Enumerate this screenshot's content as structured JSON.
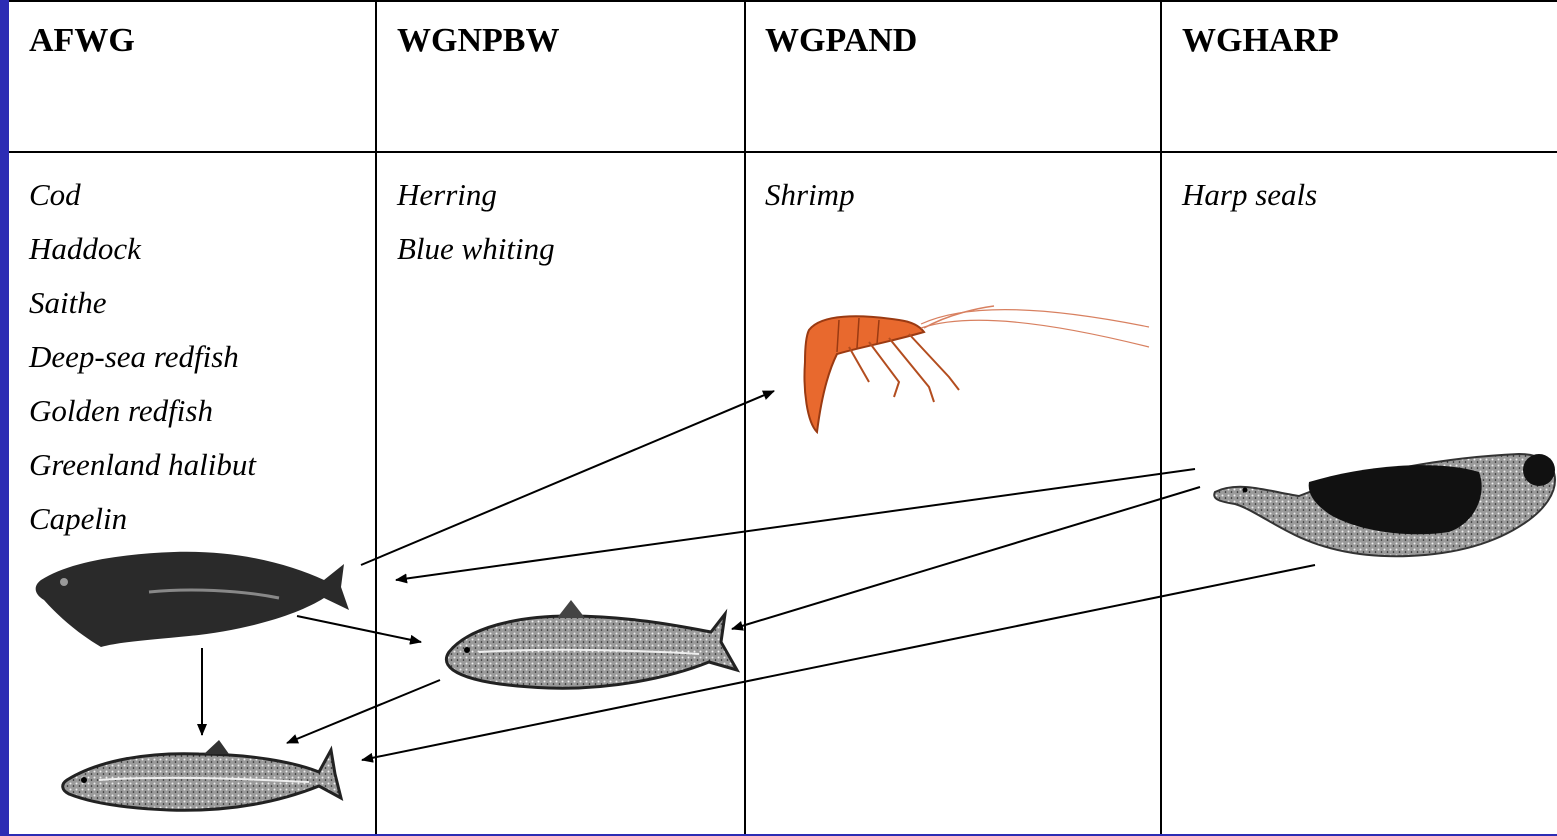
{
  "columns": [
    {
      "title": "AFWG",
      "species": [
        "Cod",
        "Haddock",
        "Saithe",
        "Deep-sea redfish",
        "Golden redfish",
        "Greenland halibut",
        "Capelin"
      ]
    },
    {
      "title": "WGNPBW",
      "species": [
        "Herring",
        "Blue whiting"
      ]
    },
    {
      "title": "WGPAND",
      "species": [
        "Shrimp"
      ]
    },
    {
      "title": "WGHARP",
      "species": [
        "Harp seals"
      ]
    }
  ],
  "illustrations": [
    "cod",
    "capelin",
    "herring",
    "shrimp",
    "harp-seal"
  ],
  "colors": {
    "background": "#2c2cb4",
    "shrimp": "#e8692e",
    "ink": "#000000"
  }
}
